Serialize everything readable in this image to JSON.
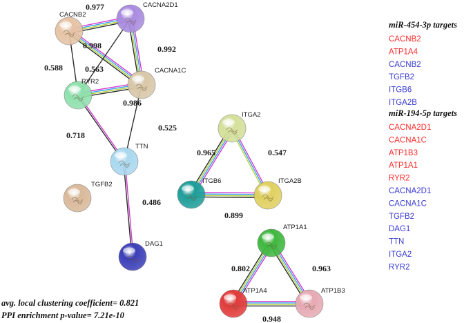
{
  "colors": {
    "down": "#ff2a2a",
    "up": "#3a3ad0",
    "edge_colors": [
      "#d23bd2",
      "#3aa0e6",
      "#b4d436",
      "#2b2b2b"
    ]
  },
  "nodes": [
    {
      "id": "CACNB2",
      "label": "CACNB2",
      "color": "#e6c3a5",
      "color_name": "tan"
    },
    {
      "id": "CACNA2D1",
      "label": "CACNA2D1",
      "color": "#a98be0",
      "color_name": "violet"
    },
    {
      "id": "CACNA1C",
      "label": "CACNA1C",
      "color": "#d8c7a8",
      "color_name": "beige"
    },
    {
      "id": "RYR2",
      "label": "RYR2",
      "color": "#8fe0ad",
      "color_name": "mint"
    },
    {
      "id": "TTN",
      "label": "TTN",
      "color": "#a9d8ef",
      "color_name": "light-blue"
    },
    {
      "id": "TGFB2",
      "label": "TGFB2",
      "color": "#d9b99a",
      "color_name": "tan"
    },
    {
      "id": "DAG1",
      "label": "DAG1",
      "color": "#3b3fb8",
      "color_name": "navy"
    },
    {
      "id": "ITGA2",
      "label": "ITGA2",
      "color": "#d4e09a",
      "color_name": "pale-green"
    },
    {
      "id": "ITGB6",
      "label": "ITGB6",
      "color": "#1e9e9a",
      "color_name": "teal"
    },
    {
      "id": "ITGA2B",
      "label": "ITGA2B",
      "color": "#e0d060",
      "color_name": "yellow"
    },
    {
      "id": "ATP1A1",
      "label": "ATP1A1",
      "color": "#3fb83f",
      "color_name": "green"
    },
    {
      "id": "ATP1A4",
      "label": "ATP1A4",
      "color": "#e23b3b",
      "color_name": "red"
    },
    {
      "id": "ATP1B3",
      "label": "ATP1B3",
      "color": "#e6a9b3",
      "color_name": "pink"
    }
  ],
  "edges": [
    {
      "source": "CACNB2",
      "target": "CACNA2D1",
      "score": "0.977",
      "lines": 4
    },
    {
      "source": "CACNB2",
      "target": "CACNA1C",
      "score": "0.998",
      "lines": 4
    },
    {
      "source": "CACNB2",
      "target": "RYR2",
      "score": "0.588",
      "lines": 1
    },
    {
      "source": "CACNA2D1",
      "target": "CACNA1C",
      "score": "0.992",
      "lines": 4
    },
    {
      "source": "CACNA2D1",
      "target": "RYR2",
      "score": "0.563",
      "lines": 1
    },
    {
      "source": "RYR2",
      "target": "CACNA1C",
      "score": "0.986",
      "lines": 4
    },
    {
      "source": "RYR2",
      "target": "TTN",
      "score": "0.718",
      "lines": 2
    },
    {
      "source": "CACNA1C",
      "target": "TTN",
      "score": "0.525",
      "lines": 1
    },
    {
      "source": "TTN",
      "target": "DAG1",
      "score": "0.486",
      "lines": 2
    },
    {
      "source": "ITGA2",
      "target": "ITGB6",
      "score": "0.965",
      "lines": 4
    },
    {
      "source": "ITGA2",
      "target": "ITGA2B",
      "score": "0.547",
      "lines": 3
    },
    {
      "source": "ITGB6",
      "target": "ITGA2B",
      "score": "0.899",
      "lines": 4
    },
    {
      "source": "ATP1A1",
      "target": "ATP1A4",
      "score": "0.802",
      "lines": 4
    },
    {
      "source": "ATP1A1",
      "target": "ATP1B3",
      "score": "0.963",
      "lines": 4
    },
    {
      "source": "ATP1A4",
      "target": "ATP1B3",
      "score": "0.948",
      "lines": 4
    }
  ],
  "legend": {
    "groups": [
      {
        "title": "miR-454-3p targets",
        "items": [
          {
            "label": "CACNB2",
            "status": "down"
          },
          {
            "label": "ATP1A4",
            "status": "down"
          },
          {
            "label": "CACNB2",
            "status": "up"
          },
          {
            "label": "TGFB2",
            "status": "up"
          },
          {
            "label": "ITGB6",
            "status": "up"
          },
          {
            "label": "ITGA2B",
            "status": "up"
          }
        ]
      },
      {
        "title": "miR-194-5p targets",
        "items": [
          {
            "label": "CACNA2D1",
            "status": "down"
          },
          {
            "label": "CACNA1C",
            "status": "down"
          },
          {
            "label": "ATP1B3",
            "status": "down"
          },
          {
            "label": "ATP1A1",
            "status": "down"
          },
          {
            "label": "RYR2",
            "status": "down"
          },
          {
            "label": "CACNA2D1",
            "status": "up"
          },
          {
            "label": "CACNA1C",
            "status": "up"
          },
          {
            "label": "TGFB2",
            "status": "up"
          },
          {
            "label": "DAG1",
            "status": "up"
          },
          {
            "label": "TTN",
            "status": "up"
          },
          {
            "label": "ITGA2",
            "status": "up"
          },
          {
            "label": "RYR2",
            "status": "up"
          }
        ]
      }
    ]
  },
  "stats": {
    "clustering": "avg. local clustering coefficient= 0.821",
    "enrichment": "PPI enrichment p-value= 7.21e-10"
  }
}
